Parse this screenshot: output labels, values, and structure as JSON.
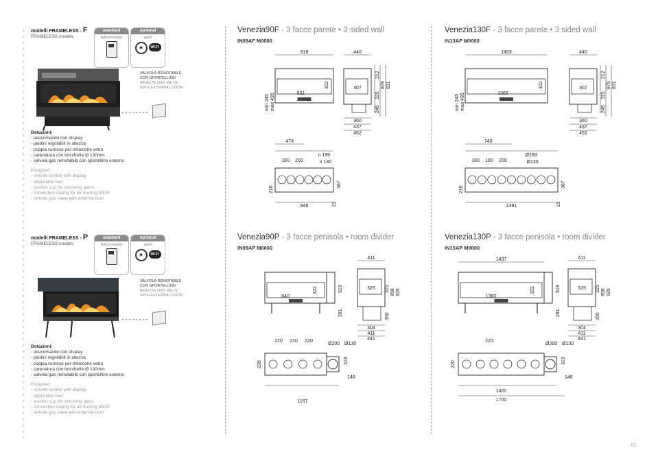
{
  "page_number": "61",
  "models": [
    {
      "title_it": "modelli FRAMELESS - ",
      "title_letter": "F",
      "title_en": "FRAMELESS models",
      "standard_label": "standard",
      "standard_item": "telecomando",
      "optional_label": "oprional",
      "optional_item": "puck",
      "wifi": "WI-FI",
      "valve_it": [
        "VALVOLA REMOTABILE",
        "CON SPORTELLINO"
      ],
      "valve_en": [
        "REMOTE GAS VALVE",
        "WITH EXTERNAL DOOR"
      ],
      "equip_title_it": "Dotazioni:",
      "equip_it": [
        "- telecomando con display",
        "- piedini regolabili in altezza",
        "- coppia ventose per rimozione vetro",
        "- carenatura con bocchette Ø 130mm",
        "- valvola gas remotabile con sportellino esterno"
      ],
      "equip_title_en": "Equipped:",
      "equip_en": [
        "- remote control with display",
        "- adjustable feet",
        "- suction cup for removing glass",
        "- convection casing for air ducting Ø130",
        "- remote gas valve with external door"
      ]
    },
    {
      "title_it": "modelli FRAMELESS - ",
      "title_letter": "P",
      "title_en": "FRAMELESS models",
      "standard_label": "standard",
      "standard_item": "telecomando",
      "optional_label": "oprional",
      "optional_item": "puck",
      "wifi": "WI-FI",
      "valve_it": [
        "VALVOLA REMOTABILE",
        "CON SPORTELLINO"
      ],
      "valve_en": [
        "REMOTE GAS VALVE",
        "WITH EXTERNAL DOOR"
      ],
      "equip_title_it": "Dotazioni:",
      "equip_it": [
        "- telecomando con display",
        "- piedini regolabili in altezza",
        "- coppia ventose per rimozione vetro",
        "- carenatura con bocchette Ø 130mm",
        "- valvola gas remotabile con sportellino esterno"
      ],
      "equip_title_en": "Equipped:",
      "equip_en": [
        "- remote control with display",
        "- adjustable feet",
        "- suction cup for removing glass",
        "- convection casing for air ducting Ø130",
        "- remote gas valve with external door"
      ]
    }
  ],
  "products": [
    {
      "name": "Venezia90F",
      "desc": " - 3 facce parete • 3 sided wall",
      "code": "IN09AF  M0000",
      "dims": {
        "w": "918",
        "d": "440",
        "inner": "831",
        "h322": "322",
        "h212": "212",
        "h325": "325",
        "h879": "879",
        "h831": "831",
        "d307": "307",
        "h245": "245",
        "min": "min 245",
        "max": "max 495",
        "b360": "360",
        "b437": "437",
        "b452": "452",
        "t474": "474",
        "t180": "180",
        "t200": "200",
        "n199": "n 199",
        "n130": "n 130",
        "w948": "948",
        "h216": "216",
        "h367": "367",
        "h15": "15"
      }
    },
    {
      "name": "Venezia130F",
      "desc": " - 3 facce parete • 3 sided wall",
      "code": "IN13AF  M0000",
      "dims": {
        "w": "1453",
        "d": "440",
        "inner": "1365",
        "h322": "322",
        "h212": "212",
        "h325": "325",
        "h879": "879",
        "h831": "831",
        "d307": "307",
        "h245": "245",
        "min": "min 245",
        "max": "max 495",
        "b360": "360",
        "b437": "437",
        "b452": "452",
        "t474": "740",
        "t180": "180",
        "t180b": "180",
        "t200": "200",
        "n199": "Ø199",
        "n130": "Ø130",
        "w948": "1481",
        "h216": "216",
        "h367": "367",
        "h15": "15"
      }
    },
    {
      "name": "Venezia90P",
      "desc": " - 3 facce penisola • room divider",
      "code": "IN09AP  M0000",
      "dims": {
        "d411": "411",
        "inner": "840",
        "h322": "322",
        "h519": "519",
        "h281": "281",
        "d325": "325",
        "h858": "858",
        "h929": "929",
        "h350": "350",
        "b304": "304",
        "b411": "411",
        "b441": "441",
        "t220a": "220",
        "t220b": "220",
        "t220c": "220",
        "d200": "Ø200",
        "d130": "Ø130",
        "h319": "319",
        "h220": "220",
        "h146": "146",
        "w1167": "1167"
      }
    },
    {
      "name": "Venezia130P",
      "desc": " - 3 facce penisola • room divider",
      "code": "IN13AP  M0000",
      "dims": {
        "w1437": "1437",
        "d411": "411",
        "inner": "1360",
        "h322": "322",
        "h519": "519",
        "h281": "281",
        "d325": "325",
        "h858": "858",
        "h929": "929",
        "h350": "350",
        "b304": "304",
        "b411": "411",
        "b441": "441",
        "t220": "220",
        "d200": "Ø200",
        "d130": "Ø130",
        "h319": "319",
        "h220": "220",
        "h146": "146",
        "w1420": "1420",
        "w1700": "1700"
      }
    }
  ]
}
